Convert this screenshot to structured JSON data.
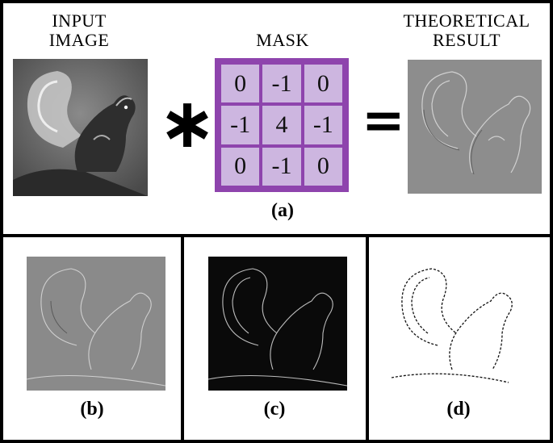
{
  "top": {
    "input_label_1": "INPUT",
    "input_label_2": "IMAGE",
    "mask_label": "MASK",
    "result_label_1": "THEORETICAL",
    "result_label_2": "RESULT",
    "operator": "∗",
    "equals": "=",
    "caption": "(a)"
  },
  "mask_values": [
    "0",
    "-1",
    "0",
    "-1",
    "4",
    "-1",
    "0",
    "-1",
    "0"
  ],
  "colors": {
    "mask_border": "#8e44ad",
    "mask_cell": "#cdb6e0"
  },
  "bottom": {
    "b_caption": "(b)",
    "c_caption": "(c)",
    "d_caption": "(d)"
  }
}
